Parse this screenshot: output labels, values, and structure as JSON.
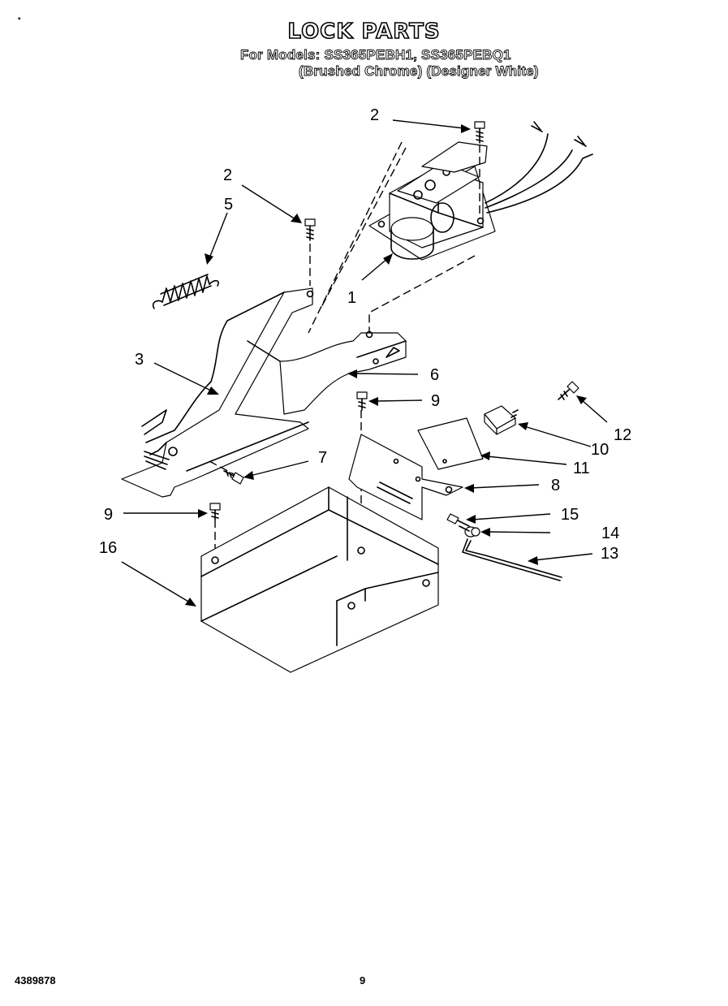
{
  "header": {
    "title": "LOCK PARTS",
    "models_line": "For Models: SS365PEBH1, SS365PEBQ1",
    "colors_line": "(Brushed Chrome) (Designer White)"
  },
  "footer": {
    "doc_number": "4389878",
    "page_number": "9"
  },
  "callouts": [
    {
      "id": "c2a",
      "label": "2"
    },
    {
      "id": "c2b",
      "label": "2"
    },
    {
      "id": "c5",
      "label": "5"
    },
    {
      "id": "c1",
      "label": "1"
    },
    {
      "id": "c3",
      "label": "3"
    },
    {
      "id": "c6",
      "label": "6"
    },
    {
      "id": "c9a",
      "label": "9"
    },
    {
      "id": "c12",
      "label": "12"
    },
    {
      "id": "c10",
      "label": "10"
    },
    {
      "id": "c11",
      "label": "11"
    },
    {
      "id": "c7",
      "label": "7"
    },
    {
      "id": "c8",
      "label": "8"
    },
    {
      "id": "c9b",
      "label": "9"
    },
    {
      "id": "c15",
      "label": "15"
    },
    {
      "id": "c14",
      "label": "14"
    },
    {
      "id": "c16",
      "label": "16"
    },
    {
      "id": "c13",
      "label": "13"
    }
  ]
}
